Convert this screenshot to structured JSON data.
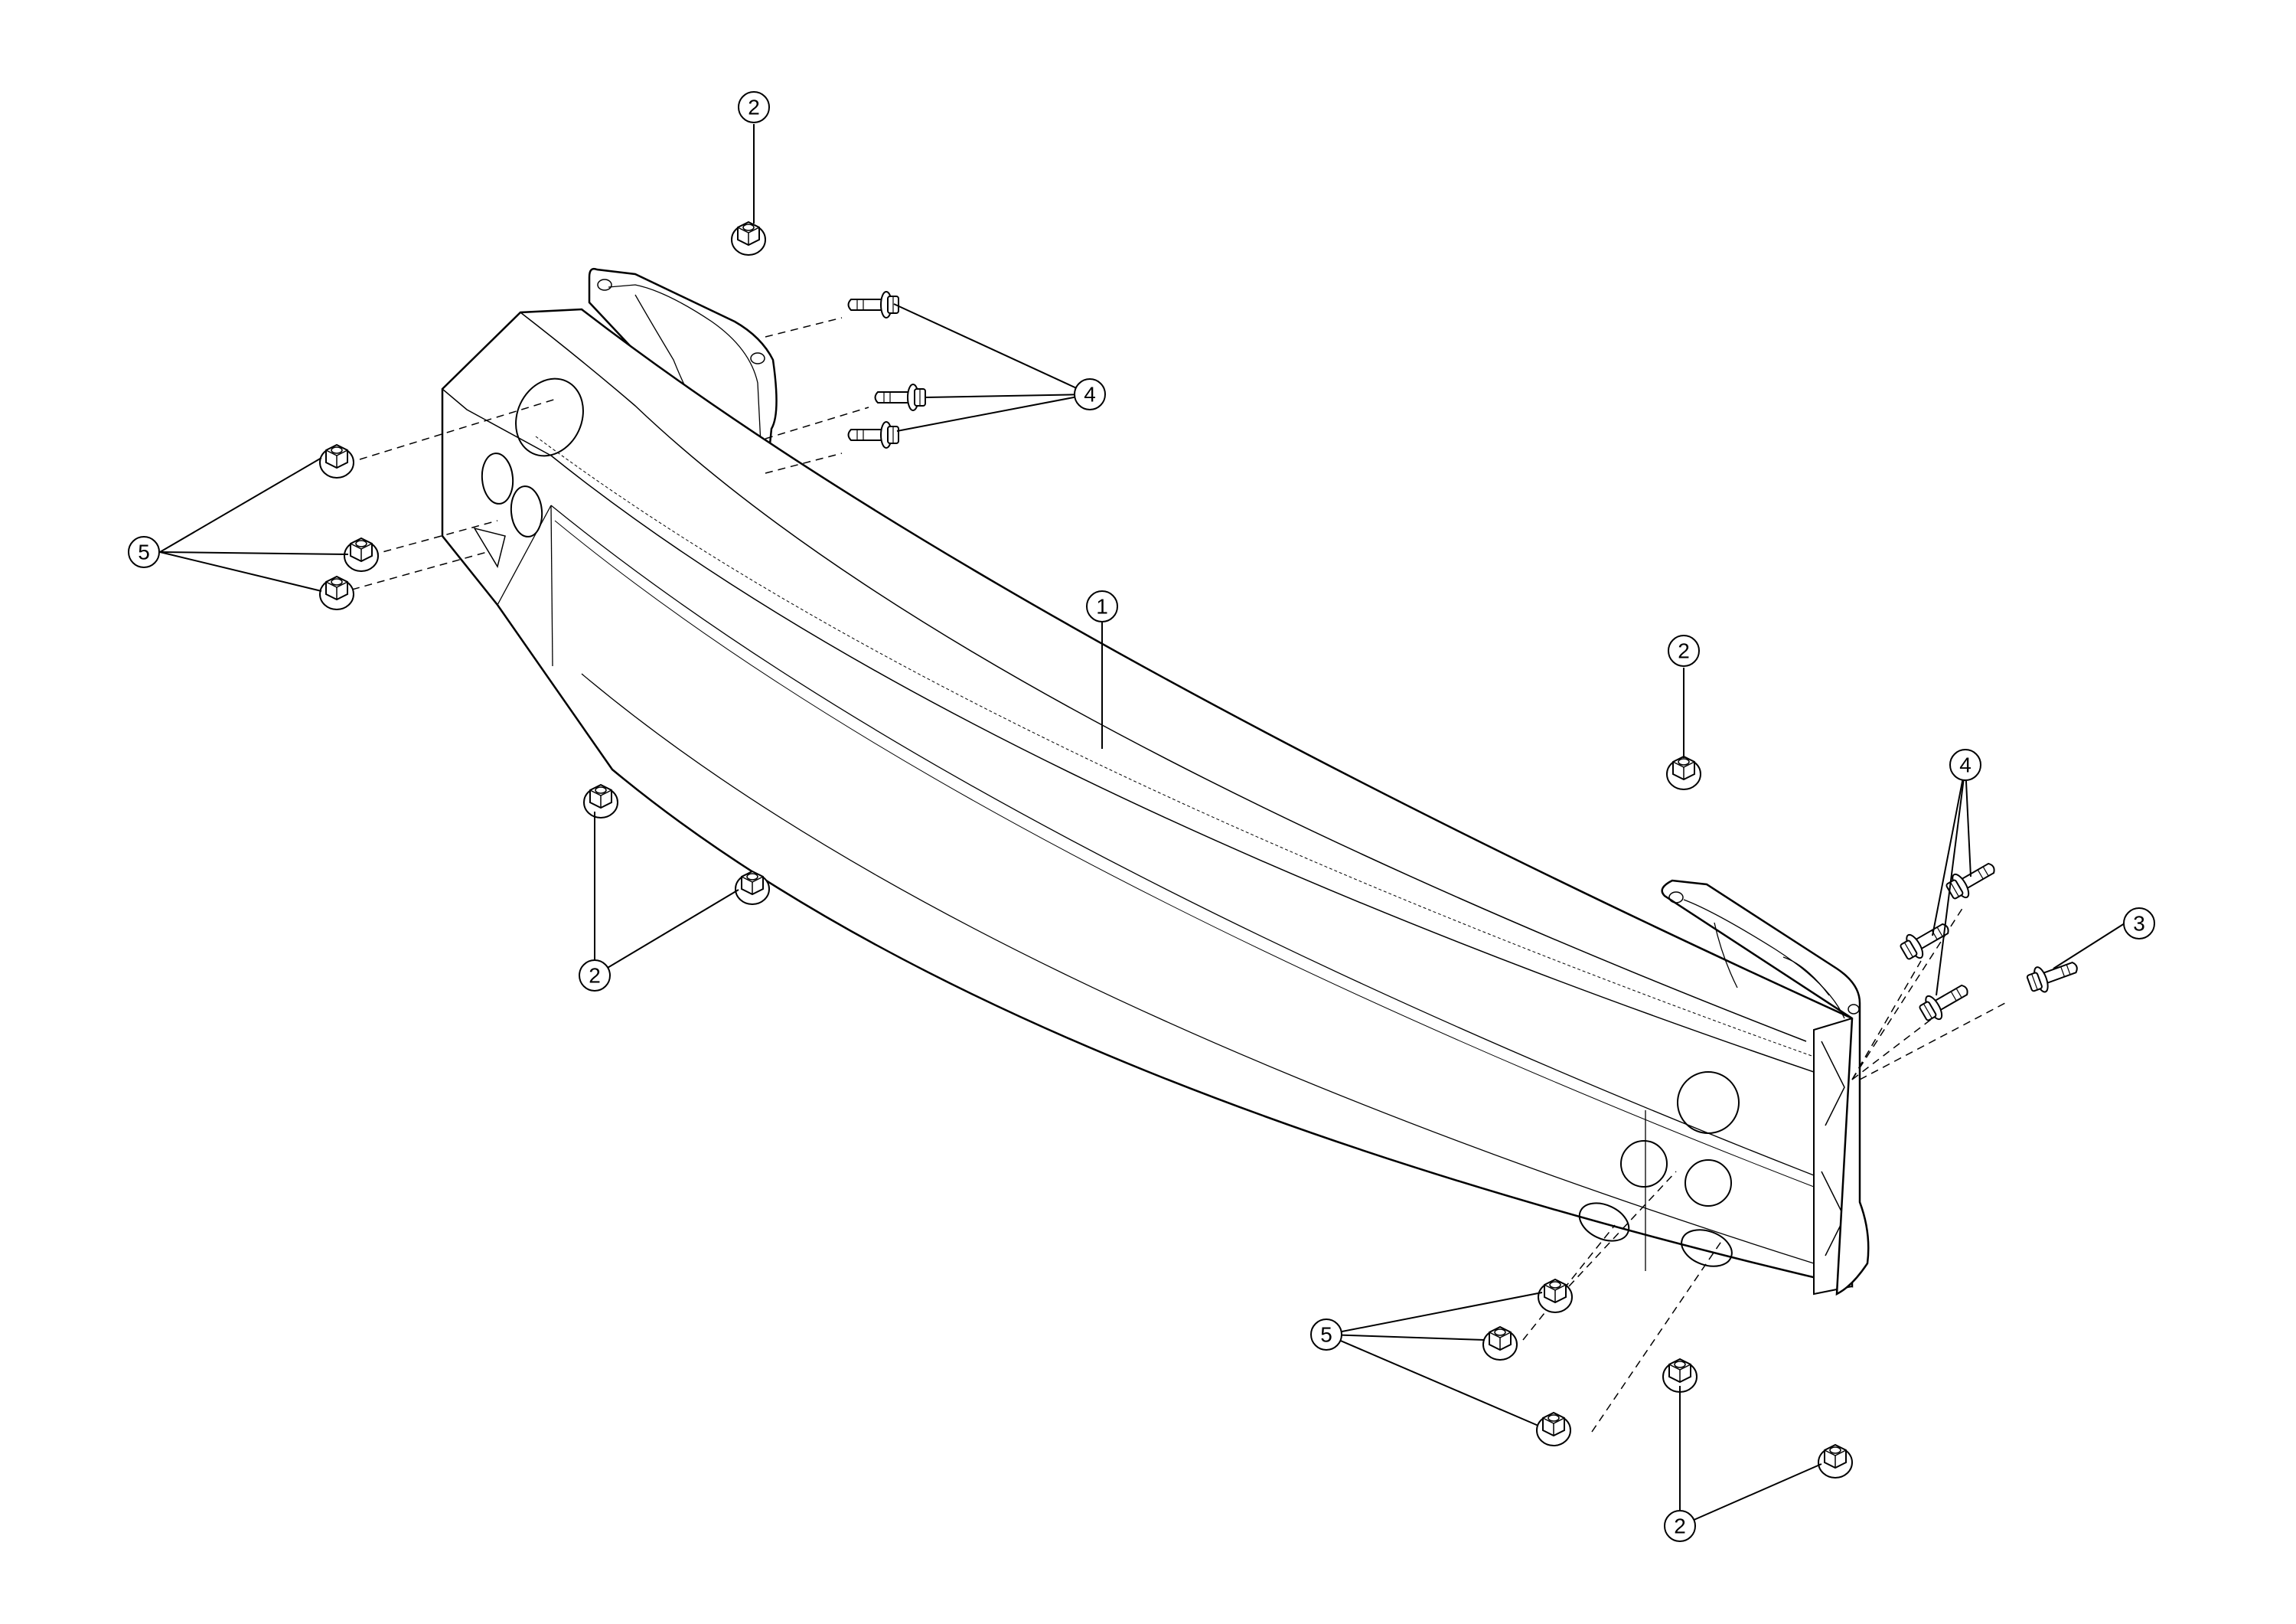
{
  "diagram": {
    "type": "exploded-parts-view",
    "line_color": "#000000",
    "background": "#ffffff",
    "callouts": [
      {
        "id": "c-2-top",
        "number": "2",
        "part": "nut"
      },
      {
        "id": "c-4-top",
        "number": "4",
        "part": "bolt"
      },
      {
        "id": "c-5-left",
        "number": "5",
        "part": "nut"
      },
      {
        "id": "c-1",
        "number": "1",
        "part": "bumper-reinforcement"
      },
      {
        "id": "c-2-right",
        "number": "2",
        "part": "nut"
      },
      {
        "id": "c-4-right",
        "number": "4",
        "part": "bolt"
      },
      {
        "id": "c-3",
        "number": "3",
        "part": "bolt"
      },
      {
        "id": "c-2-left-low",
        "number": "2",
        "part": "nut"
      },
      {
        "id": "c-5-right",
        "number": "5",
        "part": "nut"
      },
      {
        "id": "c-2-bottom",
        "number": "2",
        "part": "nut"
      }
    ]
  }
}
